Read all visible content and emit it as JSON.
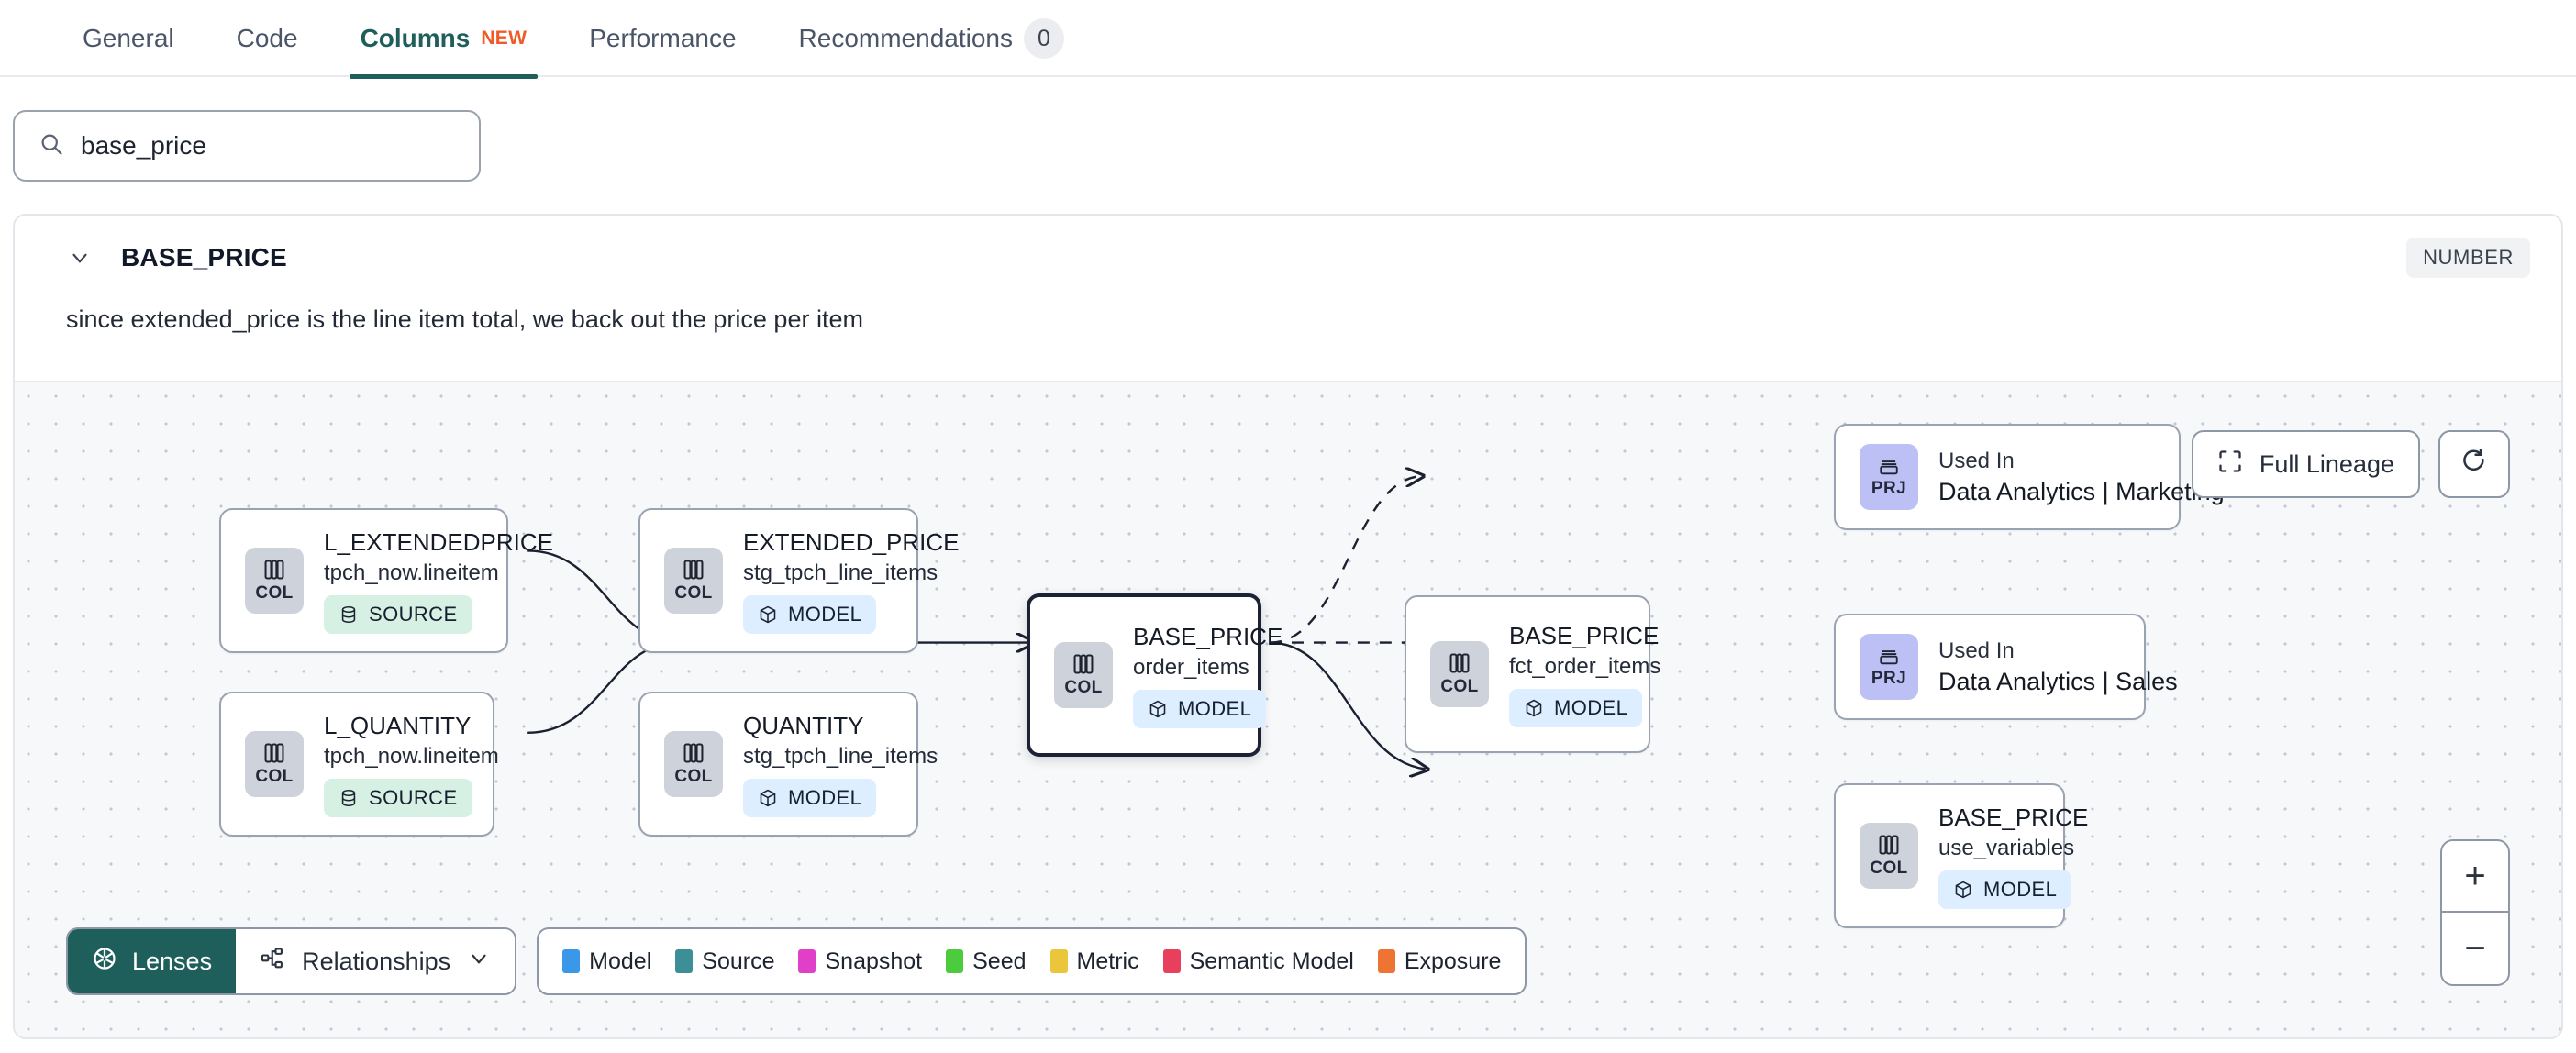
{
  "tabs": [
    {
      "label": "General",
      "active": false
    },
    {
      "label": "Code",
      "active": false
    },
    {
      "label": "Columns",
      "active": true,
      "badge": "NEW"
    },
    {
      "label": "Performance",
      "active": false
    },
    {
      "label": "Recommendations",
      "active": false,
      "count": "0"
    }
  ],
  "search": {
    "value": "base_price",
    "placeholder": "Search columns",
    "icon": "search-icon"
  },
  "column": {
    "name": "BASE_PRICE",
    "type_badge": "NUMBER",
    "description": "since extended_price is the line item total, we back out the price per item",
    "expanded": true
  },
  "canvas_controls": {
    "full_lineage_label": "Full Lineage",
    "full_lineage_icon": "expand-corners-icon",
    "refresh_icon": "refresh-icon",
    "zoom_in_label": "+",
    "zoom_out_label": "−"
  },
  "toolbar": {
    "lenses_label": "Lenses",
    "lenses_icon": "aperture-icon",
    "relationships_label": "Relationships",
    "relationships_icon": "relationships-icon",
    "relationships_chevron": "chevron-down-icon"
  },
  "legend": {
    "items": [
      {
        "label": "Model",
        "color": "#3b97e8"
      },
      {
        "label": "Source",
        "color": "#3c8f96"
      },
      {
        "label": "Snapshot",
        "color": "#e040c8"
      },
      {
        "label": "Seed",
        "color": "#4ccc3c"
      },
      {
        "label": "Metric",
        "color": "#ecc63a"
      },
      {
        "label": "Semantic Model",
        "color": "#e8405c"
      },
      {
        "label": "Exposure",
        "color": "#ee7433"
      }
    ]
  },
  "graph": {
    "nodes": [
      {
        "id": "l_extendedprice",
        "chip": "COL",
        "title": "L_EXTENDEDPRICE",
        "subtitle": "tpch_now.lineitem",
        "tag": "SOURCE",
        "tag_kind": "source",
        "focus": false
      },
      {
        "id": "l_quantity",
        "chip": "COL",
        "title": "L_QUANTITY",
        "subtitle": "tpch_now.lineitem",
        "tag": "SOURCE",
        "tag_kind": "source",
        "focus": false
      },
      {
        "id": "extended_price",
        "chip": "COL",
        "title": "EXTENDED_PRICE",
        "subtitle": "stg_tpch_line_items",
        "tag": "MODEL",
        "tag_kind": "model",
        "focus": false
      },
      {
        "id": "quantity",
        "chip": "COL",
        "title": "QUANTITY",
        "subtitle": "stg_tpch_line_items",
        "tag": "MODEL",
        "tag_kind": "model",
        "focus": false
      },
      {
        "id": "base_price_oi",
        "chip": "COL",
        "title": "BASE_PRICE",
        "subtitle": "order_items",
        "tag": "MODEL",
        "tag_kind": "model",
        "focus": true
      },
      {
        "id": "base_price_fct",
        "chip": "COL",
        "title": "BASE_PRICE",
        "subtitle": "fct_order_items",
        "tag": "MODEL",
        "tag_kind": "model",
        "focus": false
      },
      {
        "id": "prj_marketing",
        "chip": "PRJ",
        "title": "Used In",
        "subtitle": "Data Analytics | Marketing",
        "tag": null,
        "focus": false
      },
      {
        "id": "prj_sales",
        "chip": "PRJ",
        "title": "Used In",
        "subtitle": "Data Analytics | Sales",
        "tag": null,
        "focus": false
      },
      {
        "id": "base_price_uv",
        "chip": "COL",
        "title": "BASE_PRICE",
        "subtitle": "use_variables",
        "tag": "MODEL",
        "tag_kind": "model",
        "focus": false
      }
    ],
    "edges": [
      {
        "from": "l_extendedprice",
        "to": "extended_price",
        "style": "solid"
      },
      {
        "from": "l_quantity",
        "to": "quantity",
        "style": "solid"
      },
      {
        "from": "extended_price",
        "to": "base_price_oi",
        "style": "solid"
      },
      {
        "from": "quantity",
        "to": "base_price_oi",
        "style": "solid"
      },
      {
        "from": "base_price_oi",
        "to": "base_price_fct",
        "style": "solid"
      },
      {
        "from": "base_price_fct",
        "to": "prj_marketing",
        "style": "dashed"
      },
      {
        "from": "base_price_fct",
        "to": "prj_sales",
        "style": "dashed"
      },
      {
        "from": "base_price_fct",
        "to": "base_price_uv",
        "style": "solid"
      }
    ]
  }
}
